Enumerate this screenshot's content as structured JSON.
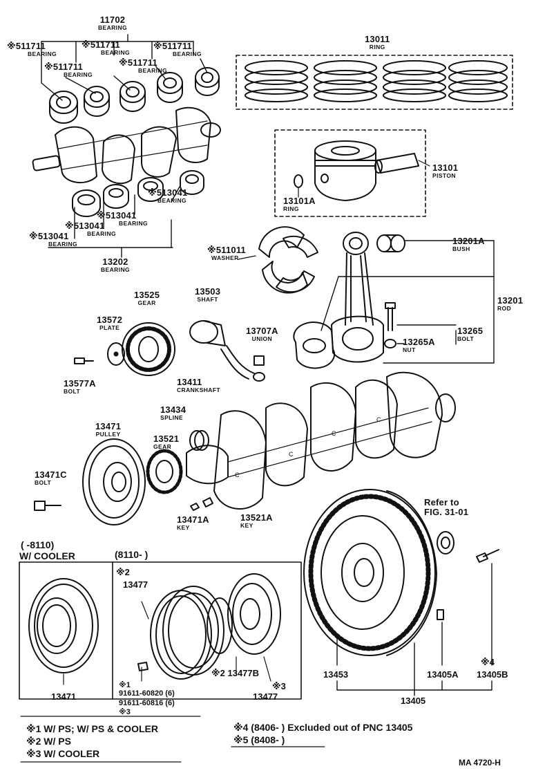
{
  "labels": {
    "bearing_main": {
      "num": "11702",
      "name": "BEARING"
    },
    "bearing_b1": {
      "num": "※511711",
      "name": "BEARING"
    },
    "bearing_b2": {
      "num": "※511711",
      "name": "BEARING"
    },
    "bearing_b3": {
      "num": "※511711",
      "name": "BEARING"
    },
    "bearing_b4": {
      "num": "※511711",
      "name": "BEARING"
    },
    "bearing_b5": {
      "num": "※511711",
      "name": "BEARING"
    },
    "ring_set": {
      "num": "13011",
      "name": "RING"
    },
    "piston": {
      "num": "13101",
      "name": "PISTON"
    },
    "piston_ring": {
      "num": "13101A",
      "name": "RING"
    },
    "bearing_c1": {
      "num": "※513041",
      "name": "BEARING"
    },
    "bearing_c2": {
      "num": "※513041",
      "name": "BEARING"
    },
    "bearing_c3": {
      "num": "※513041",
      "name": "BEARING"
    },
    "bearing_c4": {
      "num": "※513041",
      "name": "BEARING"
    },
    "bearing_con": {
      "num": "13202",
      "name": "BEARING"
    },
    "washer": {
      "num": "※511011",
      "name": "WASHER"
    },
    "bush": {
      "num": "13201A",
      "name": "BUSH"
    },
    "rod": {
      "num": "13201",
      "name": "ROD"
    },
    "bolt_rod": {
      "num": "13265",
      "name": "BOLT"
    },
    "nut": {
      "num": "13265A",
      "name": "NUT"
    },
    "gear_big": {
      "num": "13525",
      "name": "GEAR"
    },
    "shaft": {
      "num": "13503",
      "name": "SHAFT"
    },
    "plate": {
      "num": "13572",
      "name": "PLATE"
    },
    "union": {
      "num": "13707A",
      "name": "UNION"
    },
    "bolt_plate": {
      "num": "13577A",
      "name": "BOLT"
    },
    "crankshaft": {
      "num": "13411",
      "name": "CRANKSHAFT"
    },
    "spline": {
      "num": "13434",
      "name": "SPLINE"
    },
    "pulley": {
      "num": "13471",
      "name": "PULLEY"
    },
    "gear_small": {
      "num": "13521",
      "name": "GEAR"
    },
    "bolt_pulley": {
      "num": "13471C",
      "name": "BOLT"
    },
    "key_a": {
      "num": "13471A",
      "name": "KEY"
    },
    "key_b": {
      "num": "13521A",
      "name": "KEY"
    },
    "refer": {
      "num": "Refer to",
      "name": "FIG. 31-01"
    }
  },
  "inset_left": {
    "range": "(      -8110)",
    "title": "W/ COOLER",
    "part": "13471"
  },
  "inset_right": {
    "range": "(8110-          )",
    "mark": "※2",
    "part_top": "13477",
    "part_b": "※2 13477B",
    "part_right": "13477",
    "mark_right": "※3",
    "mark_1": "※1",
    "code_1": "91611-60820 (6)",
    "code_2": "91611-60816 (6)",
    "mark_3": "※3"
  },
  "flywheel": {
    "ring_gear": "13453",
    "pin": "13405A",
    "bolt": "13405B",
    "bolt_mark": "※4",
    "assembly": "13405"
  },
  "legend": {
    "n1": "※1 W/ PS; W/ PS & COOLER",
    "n2": "※2 W/ PS",
    "n3": "※3 W/ COOLER",
    "n4": "※4 (8406-          ) Excluded out of PNC 13405",
    "n5": "※5 (8408-          )"
  },
  "footer": {
    "code": "MA  4720-H"
  }
}
